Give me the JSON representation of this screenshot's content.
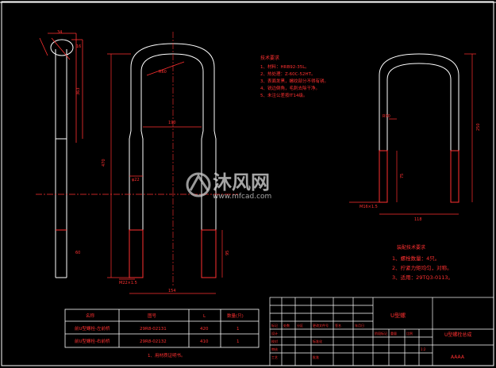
{
  "drawing": {
    "notes_title": "技术要求",
    "notes": [
      "1、材料：HRB92-35L。",
      "2、热处理：Z-60C-52HT。",
      "3、表面发黑，螺纹部分不得有锈。",
      "4、锐边倒角，毛刺去除干净。",
      "5、未注公差按IT14级。"
    ],
    "notes2_title": "装配技术要求",
    "notes2": [
      "1、螺栓数量：4只。",
      "2、拧紧力矩均匀，对称。",
      "3、适用：29TQ3-0113。"
    ],
    "dims": {
      "top_small": "34",
      "top_small2": "16",
      "r1": "R60",
      "width_inner": "190",
      "height_total": "470",
      "left_height": "363",
      "thread": "M22×1.5",
      "thread_len": "95",
      "bottom_width": "154",
      "right_r": "R90",
      "right_h": "250",
      "right_len": "75",
      "right_w": "118",
      "right_thread": "M16×1.5",
      "mid_mark": "60",
      "phi": "φ22"
    },
    "watermark_main": "沐风网",
    "watermark_url": "www.mfcad.com",
    "table": {
      "headers": [
        "名称",
        "图号",
        "L",
        "数量(只)"
      ],
      "rows": [
        [
          "前U型螺栓-左前桥",
          "29R8-02131",
          "420",
          "1"
        ],
        [
          "前U型螺栓-右前桥",
          "29R8-02132",
          "410",
          "1"
        ]
      ],
      "note": "1、用材质证明书。"
    },
    "titleblock": {
      "main_label": "U型螺",
      "name": "U型螺栓总成",
      "code": "AAAA",
      "cells": [
        "标记",
        "处数",
        "分区",
        "更改文件号",
        "签名",
        "年月日",
        "设计",
        "校对",
        "审核",
        "工艺",
        "标准化",
        "批准",
        "阶段标记",
        "重量",
        "比例",
        "1:2"
      ]
    }
  }
}
